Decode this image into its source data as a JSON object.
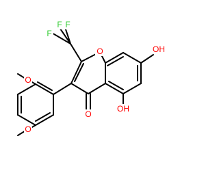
{
  "molecule": {
    "label_colors": {
      "oxygen": "#ff0000",
      "fluorine": "#33cc33"
    },
    "atoms": {
      "o_ring": "O",
      "o_carbonyl": "O",
      "o_hydroxy_7": "OH",
      "o_hydroxy_5": "OH",
      "f_1": "F",
      "f_2": "F",
      "f_3": "F",
      "o_methoxy_3": "O",
      "o_methoxy_4": "O"
    }
  }
}
